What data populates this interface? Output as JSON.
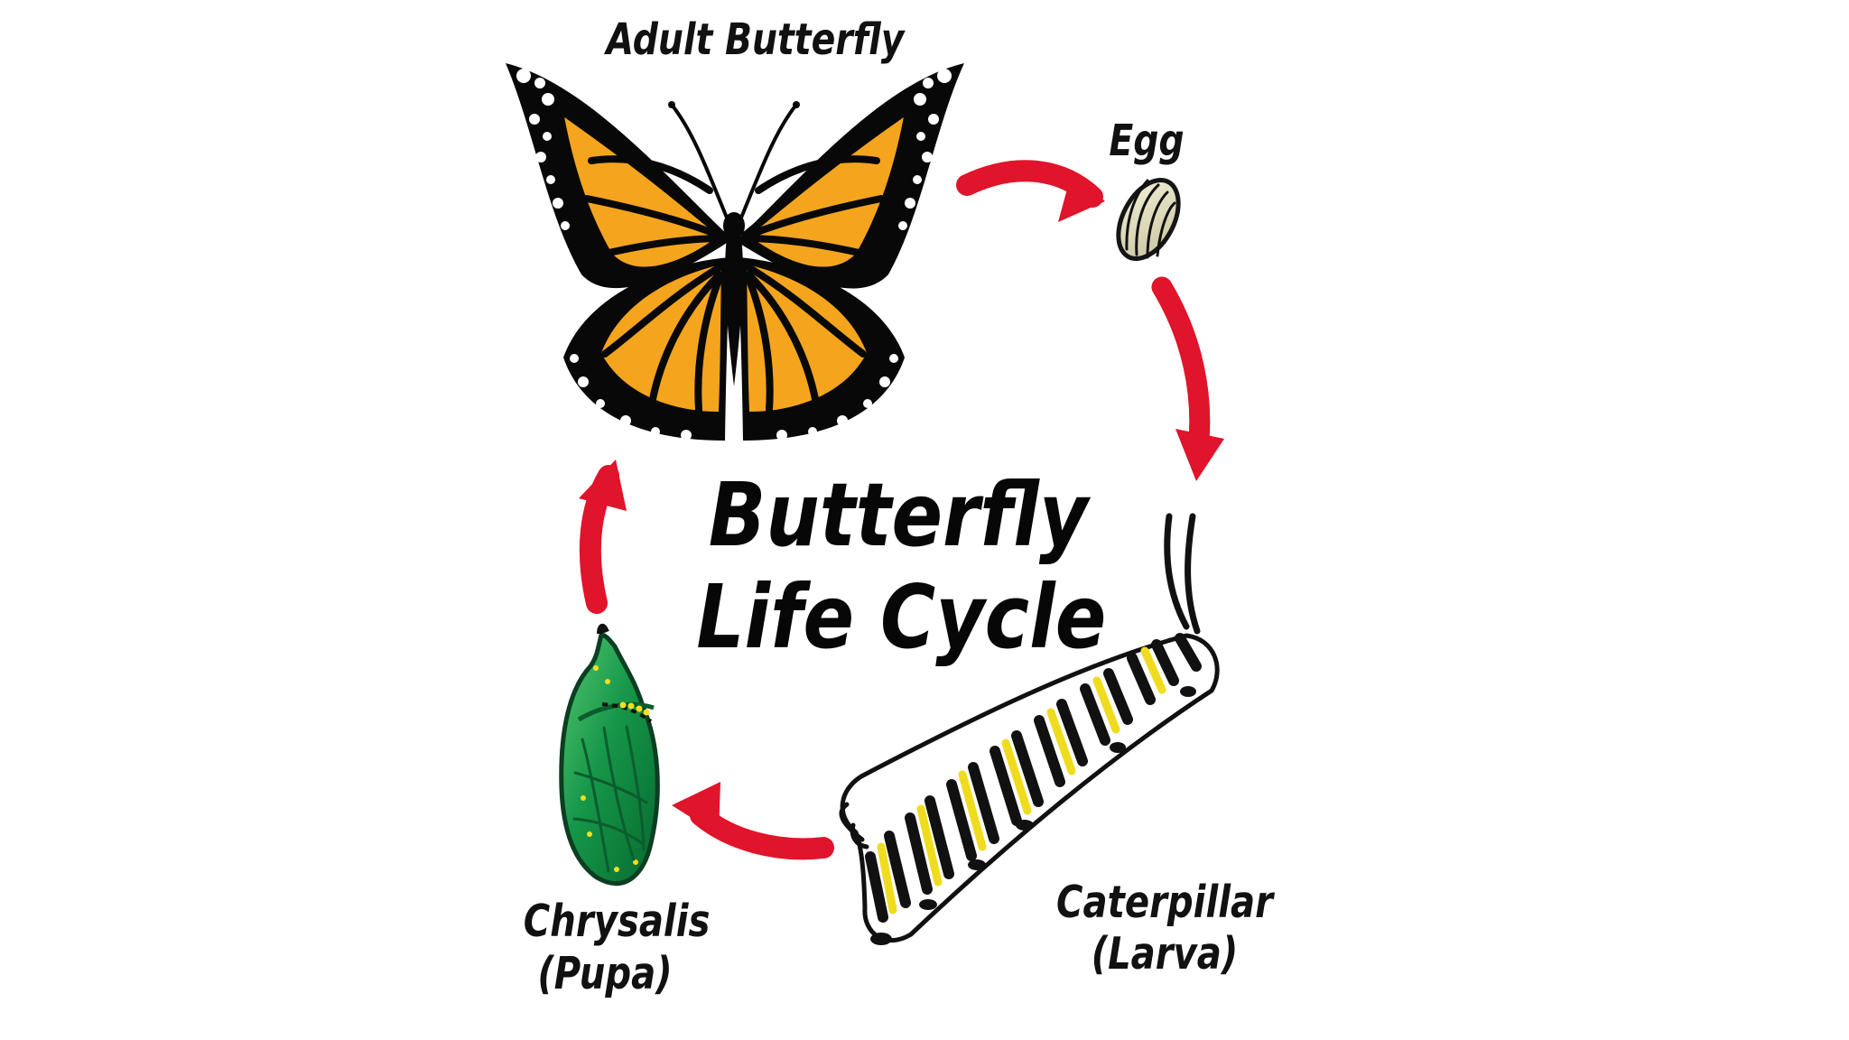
{
  "diagram": {
    "title": {
      "line1": "Butterfly",
      "line2": "Life Cycle"
    },
    "stages": {
      "adult": "Adult Butterfly",
      "egg": "Egg",
      "caterpillar": {
        "line1": "Caterpillar",
        "line2": "(Larva)"
      },
      "chrysalis": {
        "line1": "Chrysalis",
        "line2": "(Pupa)"
      }
    },
    "icons": {
      "adult": "monarch-butterfly-icon",
      "egg": "egg-icon",
      "caterpillar": "caterpillar-icon",
      "chrysalis": "chrysalis-icon",
      "arrow": "cycle-arrow-icon"
    },
    "colors": {
      "arrow": "#e0142a",
      "butterfly_orange": "#f4a51d",
      "butterfly_black": "#080808",
      "egg": "#dad6b8",
      "caterpillar_yellow": "#f0dc1e",
      "chrysalis_green": "#169447"
    }
  }
}
